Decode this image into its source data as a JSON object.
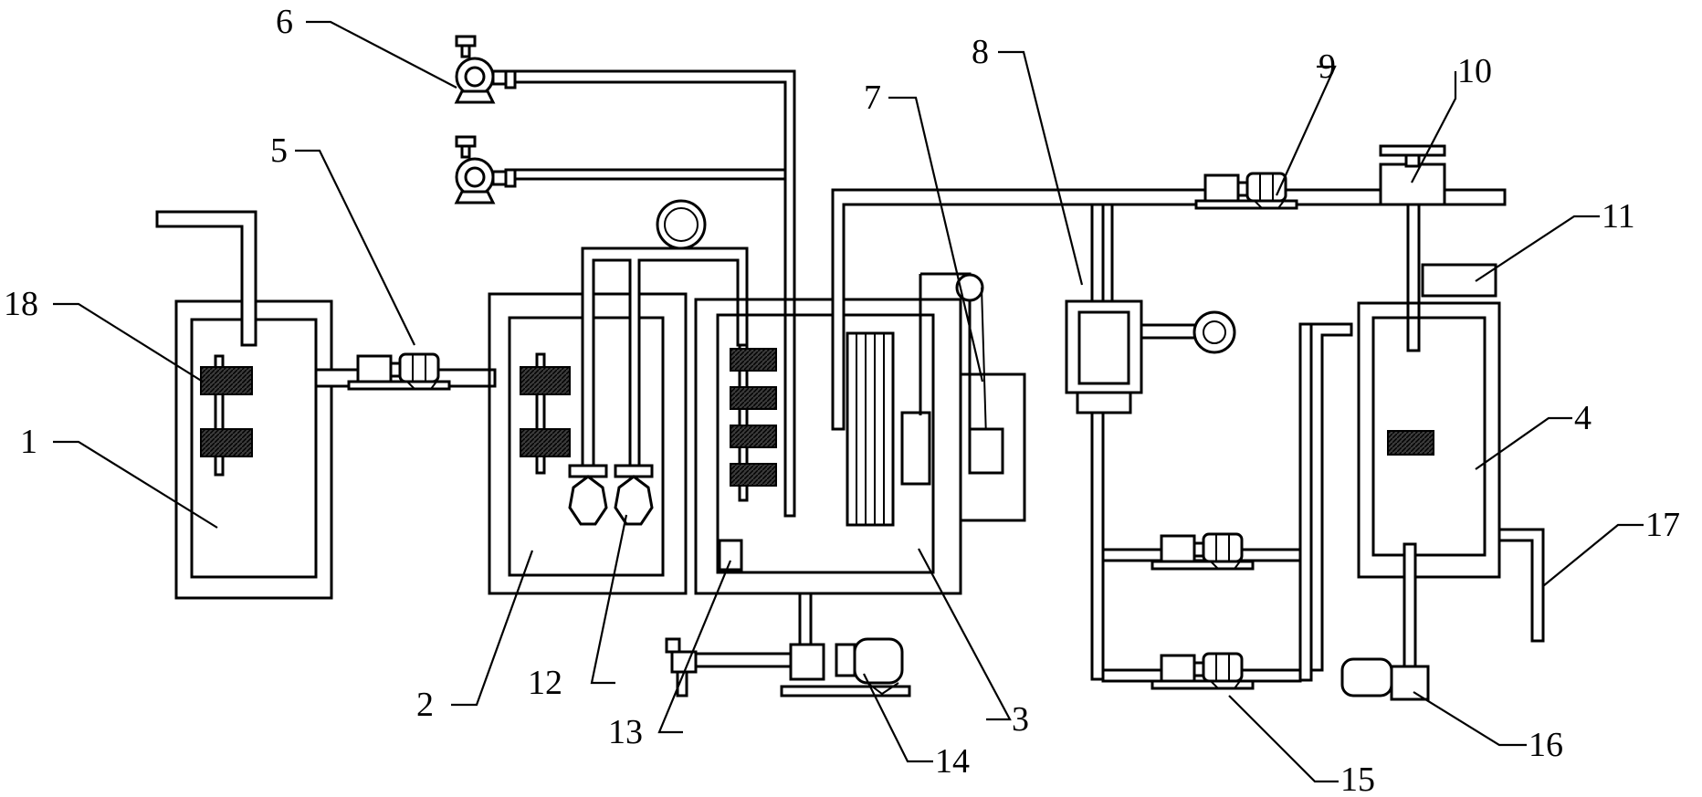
{
  "callouts": [
    {
      "id": "1",
      "text": "1"
    },
    {
      "id": "2",
      "text": "2"
    },
    {
      "id": "3",
      "text": "3"
    },
    {
      "id": "4",
      "text": "4"
    },
    {
      "id": "5",
      "text": "5"
    },
    {
      "id": "6",
      "text": "6"
    },
    {
      "id": "7",
      "text": "7"
    },
    {
      "id": "8",
      "text": "8"
    },
    {
      "id": "9",
      "text": "9"
    },
    {
      "id": "10",
      "text": "10"
    },
    {
      "id": "11",
      "text": "11"
    },
    {
      "id": "12",
      "text": "12"
    },
    {
      "id": "13",
      "text": "13"
    },
    {
      "id": "14",
      "text": "14"
    },
    {
      "id": "15",
      "text": "15"
    },
    {
      "id": "16",
      "text": "16"
    },
    {
      "id": "17",
      "text": "17"
    },
    {
      "id": "18",
      "text": "18"
    }
  ],
  "colors": {
    "line": "#000000",
    "background": "#ffffff",
    "hatch": "#222222"
  }
}
